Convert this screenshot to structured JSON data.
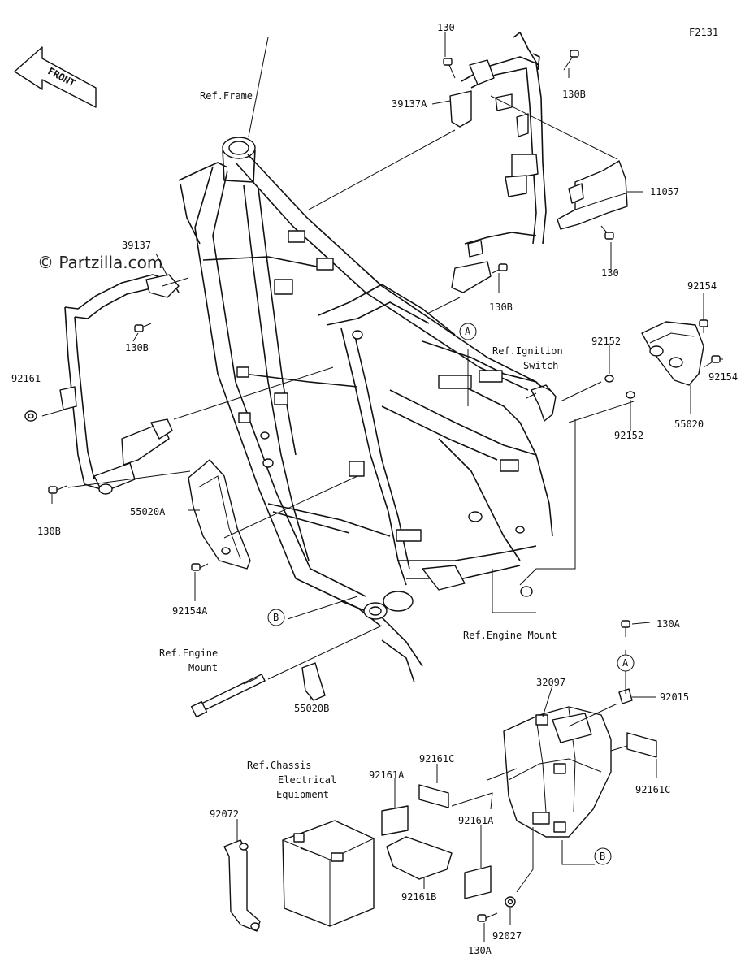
{
  "diagram_code": "F2131",
  "watermark": "© Partzilla.com",
  "front_label": "FRONT",
  "references": {
    "frame": "Ref.Frame",
    "ignition_1": "Ref.Ignition",
    "ignition_2": "Switch",
    "engine_mount_lower": "Ref.Engine Mount",
    "engine_mount_left_1": "Ref.Engine",
    "engine_mount_left_2": "Mount",
    "chassis_1": "Ref.Chassis",
    "chassis_2": "Electrical",
    "chassis_3": "Equipment"
  },
  "callout_markers": {
    "a": "A",
    "b": "B"
  },
  "parts": {
    "p130_top": "130",
    "p130b_top": "130B",
    "p39137a": "39137A",
    "p11057": "11057",
    "p130_mid": "130",
    "p130b_mid": "130B",
    "p39137": "39137",
    "p130b_left": "130B",
    "p92161": "92161",
    "p130b_lower": "130B",
    "p92154_top": "92154",
    "p92152_top": "92152",
    "p92154_right": "92154",
    "p92152_low": "92152",
    "p55020": "55020",
    "p55020a": "55020A",
    "p92154a": "92154A",
    "p130a_top": "130A",
    "p92015": "92015",
    "p32097": "32097",
    "p55020b": "55020B",
    "p92161c_left": "92161C",
    "p92161a_top": "92161A",
    "p92161c_right": "92161C",
    "p92072": "92072",
    "p92161a_low": "92161A",
    "p92161b": "92161B",
    "p92027": "92027",
    "p130a_low": "130A"
  }
}
